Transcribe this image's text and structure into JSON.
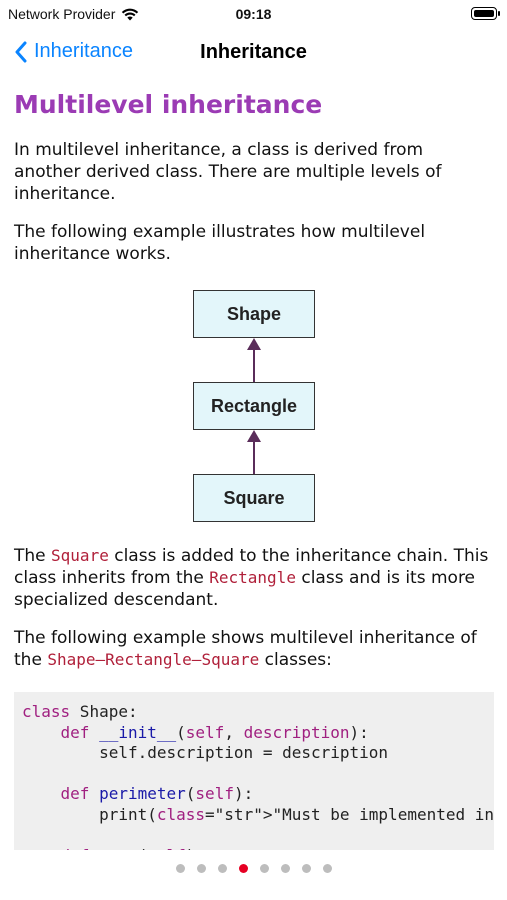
{
  "status_bar": {
    "carrier": "Network Provider",
    "time": "09:18",
    "wifi_icon": "wifi-icon",
    "battery_icon": "battery-icon"
  },
  "nav": {
    "back_label": "Inheritance",
    "title": "Inheritance"
  },
  "content": {
    "heading": "Multilevel inheritance",
    "intro": "In multilevel inheritance, a class is derived from another derived class. There are multiple levels of inheritance.",
    "example_intro": "The following example illustrates how multilevel inheritance works.",
    "diagram": {
      "boxes": [
        "Shape",
        "Rectangle",
        "Square"
      ]
    },
    "para3": {
      "t1": "The ",
      "c1": "Square",
      "t2": " class is added to the inheritance chain. This class inherits from the ",
      "c2": "Rectangle",
      "t3": " class and is its more specialized descendant."
    },
    "para4": {
      "t1": "The following example shows multilevel inheritance of the ",
      "c1": "Shape–Rectangle–Square",
      "t2": " classes:"
    },
    "code_lines": [
      "class Shape:",
      "    def __init__(self, description):",
      "        self.description = description",
      "",
      "    def perimeter(self):",
      "        print(\"Must be implemented in a subcla",
      "",
      "    def area(self):"
    ]
  },
  "pager": {
    "count": 8,
    "active_index": 3
  },
  "colors": {
    "accent": "#0a84ff",
    "heading": "#9b3bb4",
    "inline_code": "#b0203a",
    "active_dot": "#e60023"
  }
}
